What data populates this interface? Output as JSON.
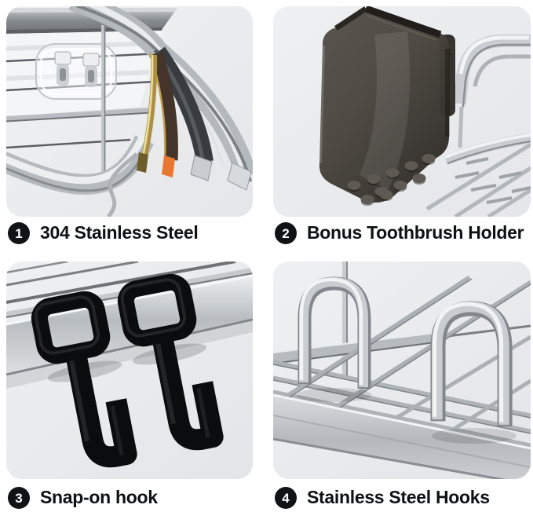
{
  "page": {
    "type": "product-feature-grid",
    "background": "#ffffff"
  },
  "features": [
    {
      "number": "1",
      "label": "304 Stainless Steel",
      "image": "stainless-steel-layer-fan-photo"
    },
    {
      "number": "2",
      "label": "Bonus Toothbrush Holder",
      "image": "smoke-toothbrush-holder-cup-photo"
    },
    {
      "number": "3",
      "label": "Snap-on hook",
      "image": "black-snap-on-hooks-photo"
    },
    {
      "number": "4",
      "label": "Stainless Steel Hooks",
      "image": "stainless-wire-hooks-photo"
    }
  ],
  "colors": {
    "page_background": "#ffffff",
    "tile_background": "#eceef0",
    "badge_background": "#111214",
    "badge_number": "#ffffff",
    "caption_text": "#0f1114",
    "steel_light": "#f3f5f6",
    "steel_mid": "#b9bec3",
    "steel_dark": "#73787e",
    "hook_black": "#0b0c0e",
    "cup_smoke": "#46423c",
    "layer_gold": "#e8d898",
    "layer_orange": "#e87733",
    "layer_bronze": "#44342a",
    "layer_charcoal": "#383c41"
  }
}
